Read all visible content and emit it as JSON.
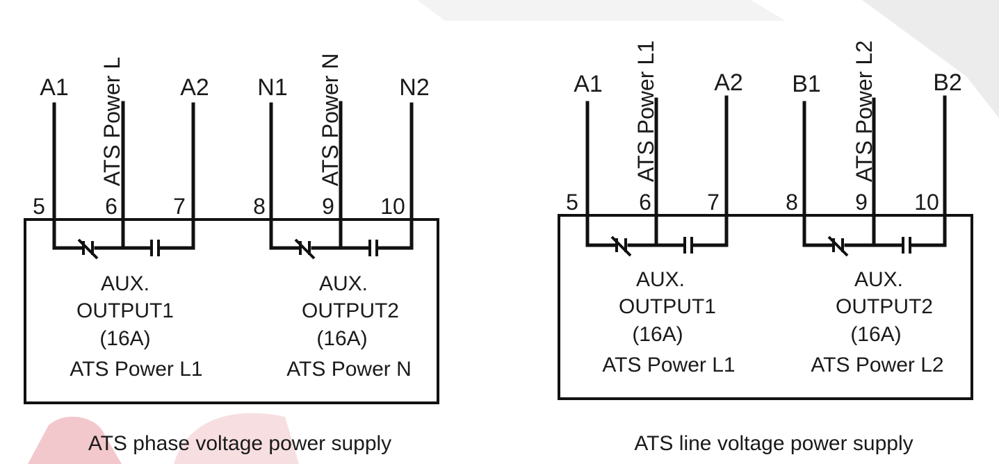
{
  "colors": {
    "ink": "#111111",
    "watermark": "#e8e8e8",
    "watermark_accent": "#e0505a"
  },
  "diagrams": [
    {
      "id": "phase",
      "terminals": [
        "A1",
        "A2",
        "N1",
        "N2"
      ],
      "vertical_labels": [
        "ATS Power L",
        "ATS Power N"
      ],
      "pins": [
        "5",
        "6",
        "7",
        "8",
        "9",
        "10"
      ],
      "outputs": [
        {
          "line1": "AUX.",
          "line2": "OUTPUT1",
          "line3": "(16A)",
          "line4": "ATS Power L1"
        },
        {
          "line1": "AUX.",
          "line2": "OUTPUT2",
          "line3": "(16A)",
          "line4": "ATS Power N"
        }
      ],
      "caption": "ATS phase voltage power supply"
    },
    {
      "id": "line",
      "terminals": [
        "A1",
        "A2",
        "B1",
        "B2"
      ],
      "vertical_labels": [
        "ATS Power L1",
        "ATS Power L2"
      ],
      "pins": [
        "5",
        "6",
        "7",
        "8",
        "9",
        "10"
      ],
      "outputs": [
        {
          "line1": "AUX.",
          "line2": "OUTPUT1",
          "line3": "(16A)",
          "line4": "ATS Power L1"
        },
        {
          "line1": "AUX.",
          "line2": "OUTPUT2",
          "line3": "(16A)",
          "line4": "ATS Power L2"
        }
      ],
      "caption": "ATS line voltage power supply"
    }
  ]
}
